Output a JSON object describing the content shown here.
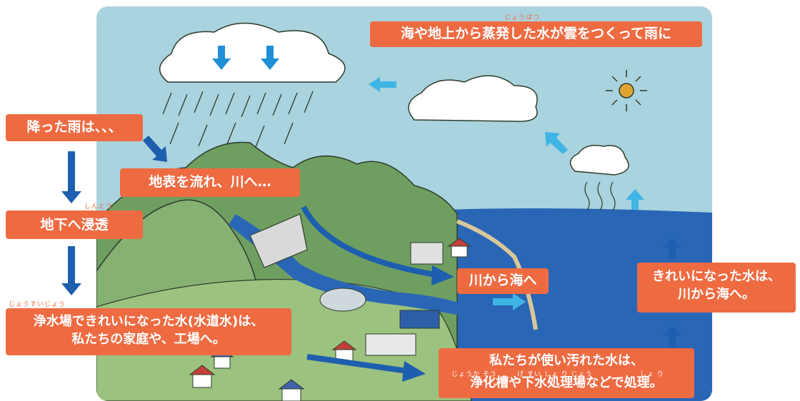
{
  "captions": {
    "evaporation": {
      "text": "海や地上から蒸発した水が雲をつくって雨に",
      "ruby": "じょうはつ"
    },
    "rain_fall": {
      "text": "降った雨は、、、"
    },
    "surface_flow": {
      "text": "地表を流れ、川へ…"
    },
    "infiltration": {
      "text": "地下へ浸透",
      "ruby": "しんとう"
    },
    "water_treatment": {
      "line1": "浄水場できれいになった水(水道水)は、",
      "line2": "私たちの家庭や、工場へ。",
      "ruby": "じょうすいじょう"
    },
    "river_to_sea": {
      "text": "川から海へ"
    },
    "clean_water": {
      "line1": "きれいになった水は、",
      "line2": "川から海へ。"
    },
    "wastewater": {
      "line1": "私たちが使い汚れた水は、",
      "line2": "浄化槽や下水処理場などで処理。",
      "ruby_1": "じょうか そう",
      "ruby_2": "げ すい しょ り じょう",
      "ruby_3": "しょ り"
    }
  },
  "colors": {
    "sky": "#a9d3de",
    "sea": "#2a66b6",
    "caption_box": "#ee6b42",
    "dark_arrow": "#1d5fae",
    "light_arrow": "#3fb5e6",
    "land": "#7aa86a"
  }
}
